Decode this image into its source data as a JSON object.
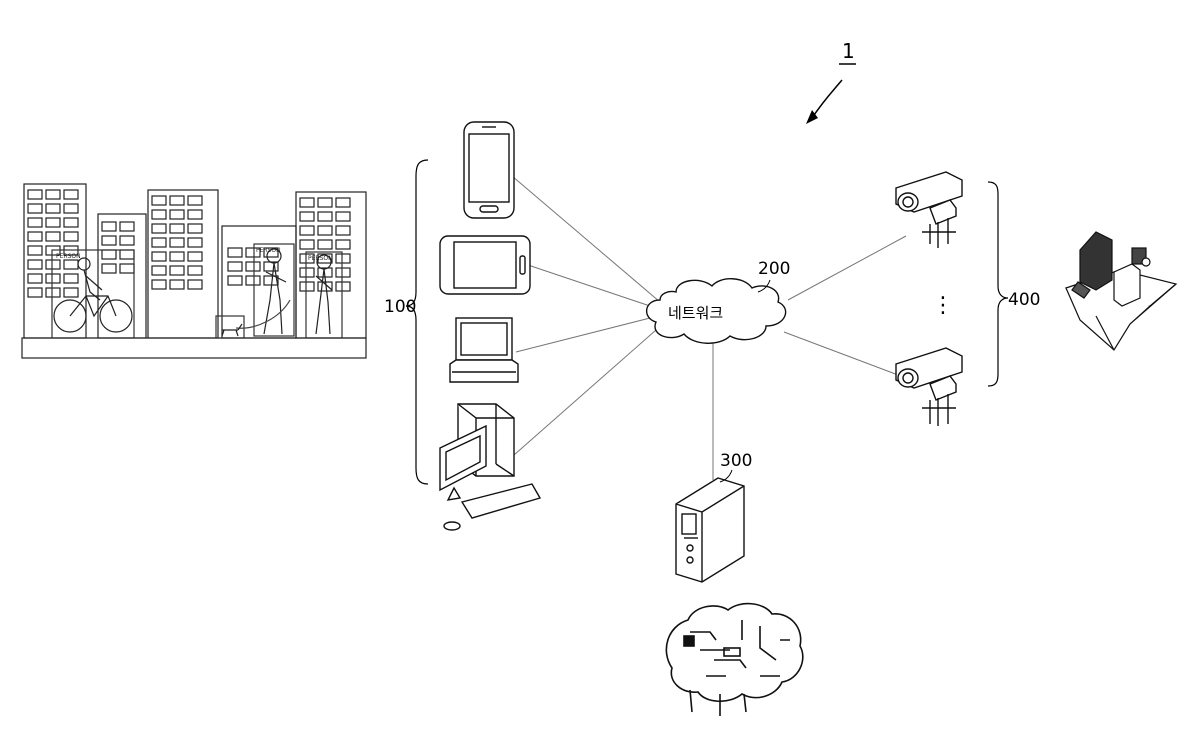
{
  "figure": {
    "system_ref": "1",
    "clients_ref": "100",
    "network_ref": "200",
    "network_label": "네트워크",
    "server_ref": "300",
    "cameras_ref": "400",
    "camera_ellipsis": "⋮",
    "box_tag": "PERSON"
  },
  "icons": {
    "city_scene": "city-street-scene-icon",
    "smartphone": "smartphone-icon",
    "tablet": "tablet-icon",
    "laptop": "laptop-icon",
    "desktop": "desktop-computer-icon",
    "cloud": "network-cloud-icon",
    "server": "server-tower-icon",
    "ai_brain": "circuit-brain-icon",
    "camera": "cctv-camera-icon",
    "smart_city": "floating-smart-city-icon"
  }
}
